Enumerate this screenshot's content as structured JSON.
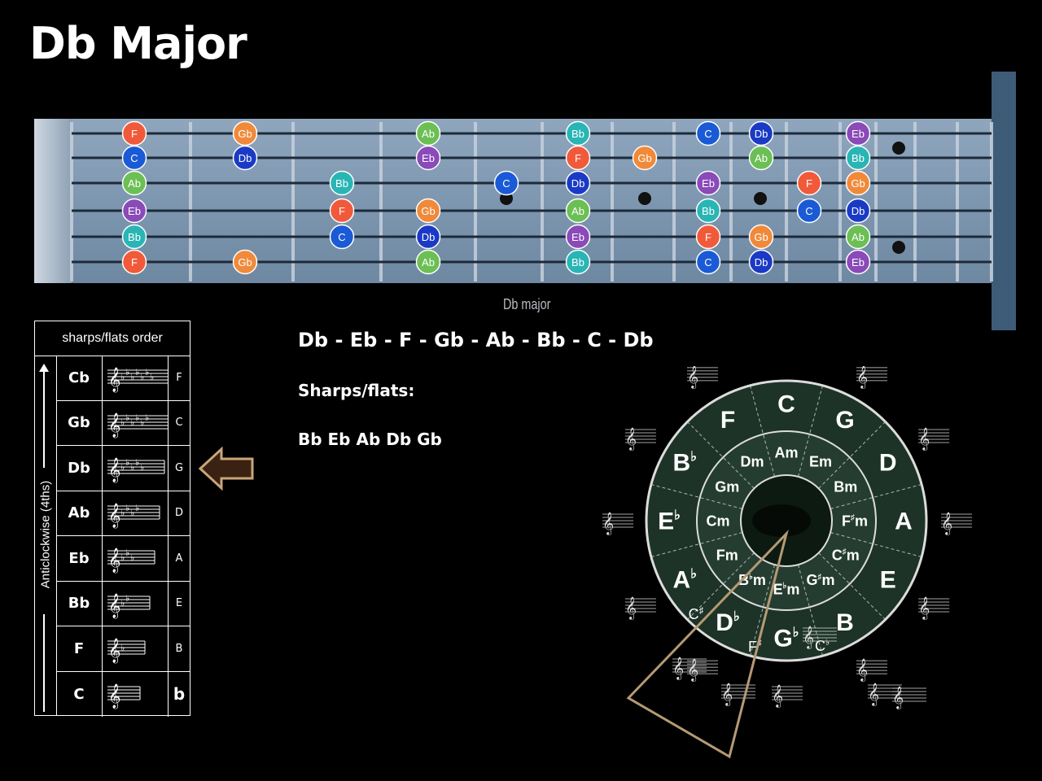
{
  "title": "Db Major",
  "caption": "Db major",
  "fretboard": {
    "notes": [
      {
        "label": "F",
        "color": "#f05a3a",
        "string": 0,
        "fret": 1
      },
      {
        "label": "Gb",
        "color": "#f08a3a",
        "string": 0,
        "fret": 3
      },
      {
        "label": "Ab",
        "color": "#6cbf54",
        "string": 0,
        "fret": 5
      },
      {
        "label": "Bb",
        "color": "#2ab5b5",
        "string": 0,
        "fret": 7
      },
      {
        "label": "C",
        "color": "#1a5ad6",
        "string": 0,
        "fret": 9
      },
      {
        "label": "Db",
        "color": "#1a3ac6",
        "string": 0,
        "fret": 10
      },
      {
        "label": "Eb",
        "color": "#8a4ab8",
        "string": 0,
        "fret": 12
      },
      {
        "label": "C",
        "color": "#1a5ad6",
        "string": 1,
        "fret": 1
      },
      {
        "label": "Db",
        "color": "#1a3ac6",
        "string": 1,
        "fret": 3
      },
      {
        "label": "Eb",
        "color": "#8a4ab8",
        "string": 1,
        "fret": 5
      },
      {
        "label": "F",
        "color": "#f05a3a",
        "string": 1,
        "fret": 7
      },
      {
        "label": "Gb",
        "color": "#f08a3a",
        "string": 1,
        "fret": 8
      },
      {
        "label": "Ab",
        "color": "#6cbf54",
        "string": 1,
        "fret": 10
      },
      {
        "label": "Bb",
        "color": "#2ab5b5",
        "string": 1,
        "fret": 12
      },
      {
        "label": "Ab",
        "color": "#6cbf54",
        "string": 2,
        "fret": 1
      },
      {
        "label": "Bb",
        "color": "#2ab5b5",
        "string": 2,
        "fret": 4
      },
      {
        "label": "C",
        "color": "#1a5ad6",
        "string": 2,
        "fret": 6
      },
      {
        "label": "Db",
        "color": "#1a3ac6",
        "string": 2,
        "fret": 7
      },
      {
        "label": "Eb",
        "color": "#8a4ab8",
        "string": 2,
        "fret": 9
      },
      {
        "label": "F",
        "color": "#f05a3a",
        "string": 2,
        "fret": 11
      },
      {
        "label": "Gb",
        "color": "#f08a3a",
        "string": 2,
        "fret": 12
      },
      {
        "label": "Eb",
        "color": "#8a4ab8",
        "string": 3,
        "fret": 1
      },
      {
        "label": "F",
        "color": "#f05a3a",
        "string": 3,
        "fret": 4
      },
      {
        "label": "Gb",
        "color": "#f08a3a",
        "string": 3,
        "fret": 5
      },
      {
        "label": "Ab",
        "color": "#6cbf54",
        "string": 3,
        "fret": 7
      },
      {
        "label": "Bb",
        "color": "#2ab5b5",
        "string": 3,
        "fret": 9
      },
      {
        "label": "C",
        "color": "#1a5ad6",
        "string": 3,
        "fret": 11
      },
      {
        "label": "Db",
        "color": "#1a3ac6",
        "string": 3,
        "fret": 12
      },
      {
        "label": "Bb",
        "color": "#2ab5b5",
        "string": 4,
        "fret": 1
      },
      {
        "label": "C",
        "color": "#1a5ad6",
        "string": 4,
        "fret": 4
      },
      {
        "label": "Db",
        "color": "#1a3ac6",
        "string": 4,
        "fret": 5
      },
      {
        "label": "Eb",
        "color": "#8a4ab8",
        "string": 4,
        "fret": 7
      },
      {
        "label": "F",
        "color": "#f05a3a",
        "string": 4,
        "fret": 9
      },
      {
        "label": "Gb",
        "color": "#f08a3a",
        "string": 4,
        "fret": 10
      },
      {
        "label": "Ab",
        "color": "#6cbf54",
        "string": 4,
        "fret": 12
      },
      {
        "label": "F",
        "color": "#f05a3a",
        "string": 5,
        "fret": 1
      },
      {
        "label": "Gb",
        "color": "#f08a3a",
        "string": 5,
        "fret": 3
      },
      {
        "label": "Ab",
        "color": "#6cbf54",
        "string": 5,
        "fret": 5
      },
      {
        "label": "Bb",
        "color": "#2ab5b5",
        "string": 5,
        "fret": 7
      },
      {
        "label": "C",
        "color": "#1a5ad6",
        "string": 5,
        "fret": 9
      },
      {
        "label": "Db",
        "color": "#1a3ac6",
        "string": 5,
        "fret": 10
      },
      {
        "label": "Eb",
        "color": "#8a4ab8",
        "string": 5,
        "fret": 12
      }
    ]
  },
  "sharps_flats_table": {
    "header": "sharps/flats order",
    "side_label": "Anticlockwise (4ths)",
    "rows": [
      {
        "key": "Cb",
        "flats": 7,
        "letter": "F"
      },
      {
        "key": "Gb",
        "flats": 6,
        "letter": "C"
      },
      {
        "key": "Db",
        "flats": 5,
        "letter": "G"
      },
      {
        "key": "Ab",
        "flats": 4,
        "letter": "D"
      },
      {
        "key": "Eb",
        "flats": 3,
        "letter": "A"
      },
      {
        "key": "Bb",
        "flats": 2,
        "letter": "E"
      },
      {
        "key": "F",
        "flats": 1,
        "letter": "B"
      },
      {
        "key": "C",
        "flats": 0,
        "letter": "b"
      }
    ]
  },
  "scale_line": "Db - Eb - F - Gb - Ab - Bb - C - Db",
  "sharps_flats_heading": "Sharps/flats:",
  "sharps_flats_list": "Bb Eb Ab Db Gb",
  "circle_of_fifths": {
    "major_keys": [
      {
        "t": "C",
        "s": ""
      },
      {
        "t": "G",
        "s": ""
      },
      {
        "t": "D",
        "s": ""
      },
      {
        "t": "A",
        "s": ""
      },
      {
        "t": "E",
        "s": ""
      },
      {
        "t": "B",
        "s": ""
      },
      {
        "t": "G",
        "s": "♭"
      },
      {
        "t": "D",
        "s": "♭"
      },
      {
        "t": "A",
        "s": "♭"
      },
      {
        "t": "E",
        "s": "♭"
      },
      {
        "t": "B",
        "s": "♭"
      },
      {
        "t": "F",
        "s": ""
      }
    ],
    "enharmonics": [
      {
        "t": "C",
        "s": "♭",
        "pos": 5
      },
      {
        "t": "F",
        "s": "♯",
        "pos": 6
      },
      {
        "t": "C",
        "s": "♯",
        "pos": 7
      }
    ],
    "minor_keys": [
      {
        "t": "Am",
        "s": ""
      },
      {
        "t": "Em",
        "s": ""
      },
      {
        "t": "Bm",
        "s": ""
      },
      {
        "t": "F",
        "s": "♯",
        "m": "m"
      },
      {
        "t": "C",
        "s": "♯",
        "m": "m"
      },
      {
        "t": "G",
        "s": "♯",
        "m": "m"
      },
      {
        "t": "E",
        "s": "♭",
        "m": "m"
      },
      {
        "t": "B",
        "s": "♭",
        "m": "m"
      },
      {
        "t": "Fm",
        "s": ""
      },
      {
        "t": "Cm",
        "s": ""
      },
      {
        "t": "Gm",
        "s": ""
      },
      {
        "t": "Dm",
        "s": ""
      }
    ],
    "colors": {
      "outer": "#1d3327",
      "inner": "#253d30",
      "core": "#0c1a12",
      "highlight": "#b59a74"
    }
  }
}
